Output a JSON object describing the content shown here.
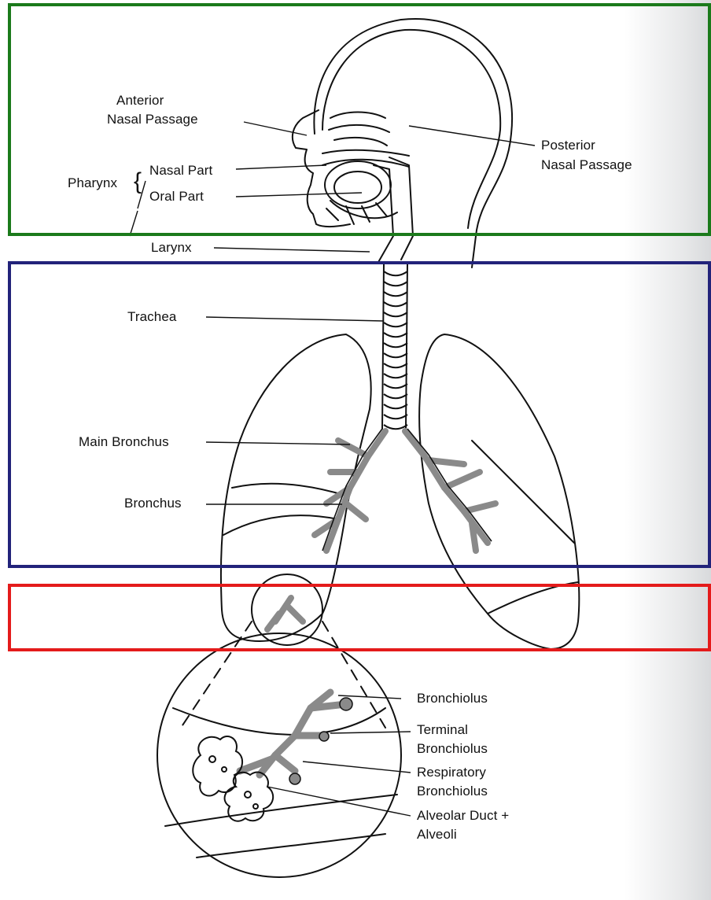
{
  "labels": {
    "anterior_nasal_line1": "Anterior",
    "anterior_nasal_line2": "Nasal Passage",
    "posterior_nasal_line1": "Posterior",
    "posterior_nasal_line2": "Nasal Passage",
    "pharynx": "Pharynx",
    "nasal_part": "Nasal Part",
    "oral_part": "Oral Part",
    "larynx": "Larynx",
    "trachea": "Trachea",
    "main_bronchus": "Main Bronchus",
    "bronchus": "Bronchus",
    "bronchiolus": "Bronchiolus",
    "terminal_line1": "Terminal",
    "terminal_line2": "Bronchiolus",
    "respiratory_line1": "Respiratory",
    "respiratory_line2": "Bronchiolus",
    "alveolar_line1": "Alveolar Duct +",
    "alveolar_line2": "Alveoli"
  },
  "colors": {
    "upper_box": "#1b7a1b",
    "lower_box": "#22237a",
    "alveolar_box": "#e41b1b",
    "ink": "#111111",
    "airway_fill": "#8a8a8a"
  }
}
